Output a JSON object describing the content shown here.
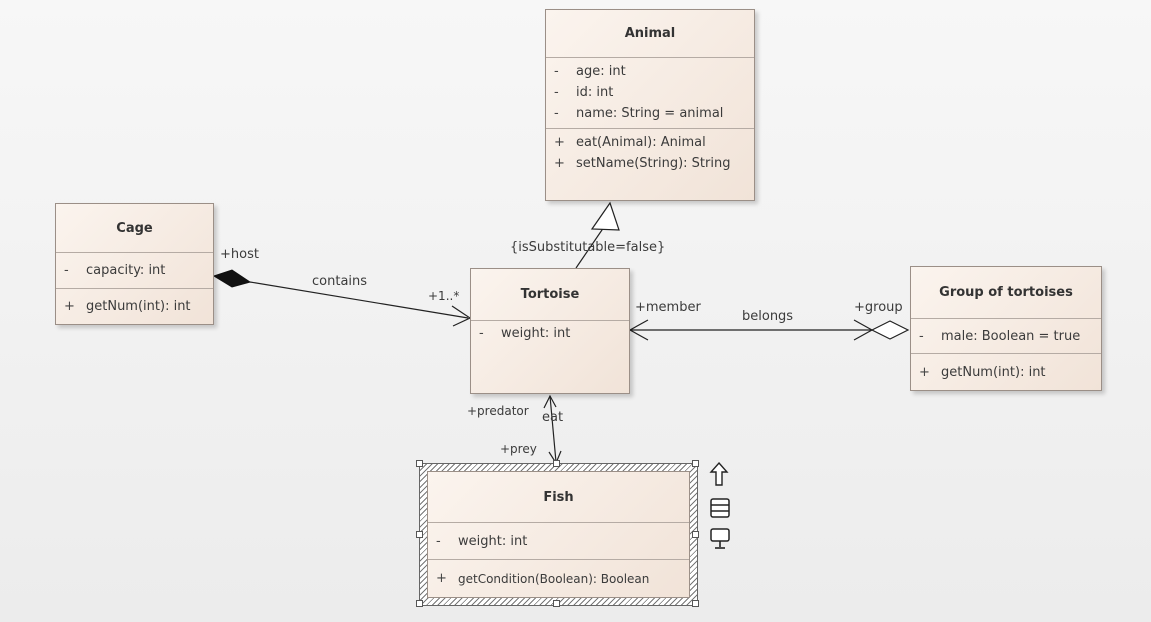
{
  "classes": {
    "animal": {
      "name": "Animal",
      "attributes": [
        {
          "vis": "-",
          "text": "age: int"
        },
        {
          "vis": "-",
          "text": "id: int"
        },
        {
          "vis": "-",
          "text": "name: String = animal"
        }
      ],
      "operations": [
        {
          "vis": "+",
          "text": "eat(Animal): Animal"
        },
        {
          "vis": "+",
          "text": "setName(String): String"
        }
      ]
    },
    "cage": {
      "name": "Cage",
      "attributes": [
        {
          "vis": "-",
          "text": "capacity: int"
        }
      ],
      "operations": [
        {
          "vis": "+",
          "text": "getNum(int): int"
        }
      ]
    },
    "tortoise": {
      "name": "Tortoise",
      "attributes": [
        {
          "vis": "-",
          "text": "weight: int"
        }
      ]
    },
    "group": {
      "name": "Group of tortoises",
      "attributes": [
        {
          "vis": "-",
          "text": "male: Boolean = true"
        }
      ],
      "operations": [
        {
          "vis": "+",
          "text": "getNum(int): int"
        }
      ]
    },
    "fish": {
      "name": "Fish",
      "attributes": [
        {
          "vis": "-",
          "text": "weight: int"
        }
      ],
      "operations": [
        {
          "vis": "+",
          "text": "getCondition(Boolean): Boolean"
        }
      ]
    }
  },
  "labels": {
    "generalization_constraint": "{isSubstitutable=false}",
    "cage_role": "+host",
    "contains": "contains",
    "multiplicity": "+1..*",
    "member_role": "+member",
    "belongs": "belongs",
    "group_role": "+group",
    "predator_role": "+predator",
    "eat": "eat",
    "prey_role": "+prey"
  },
  "toolbar_icons": [
    "arrow-up-icon",
    "list-icon",
    "stamp-icon"
  ]
}
